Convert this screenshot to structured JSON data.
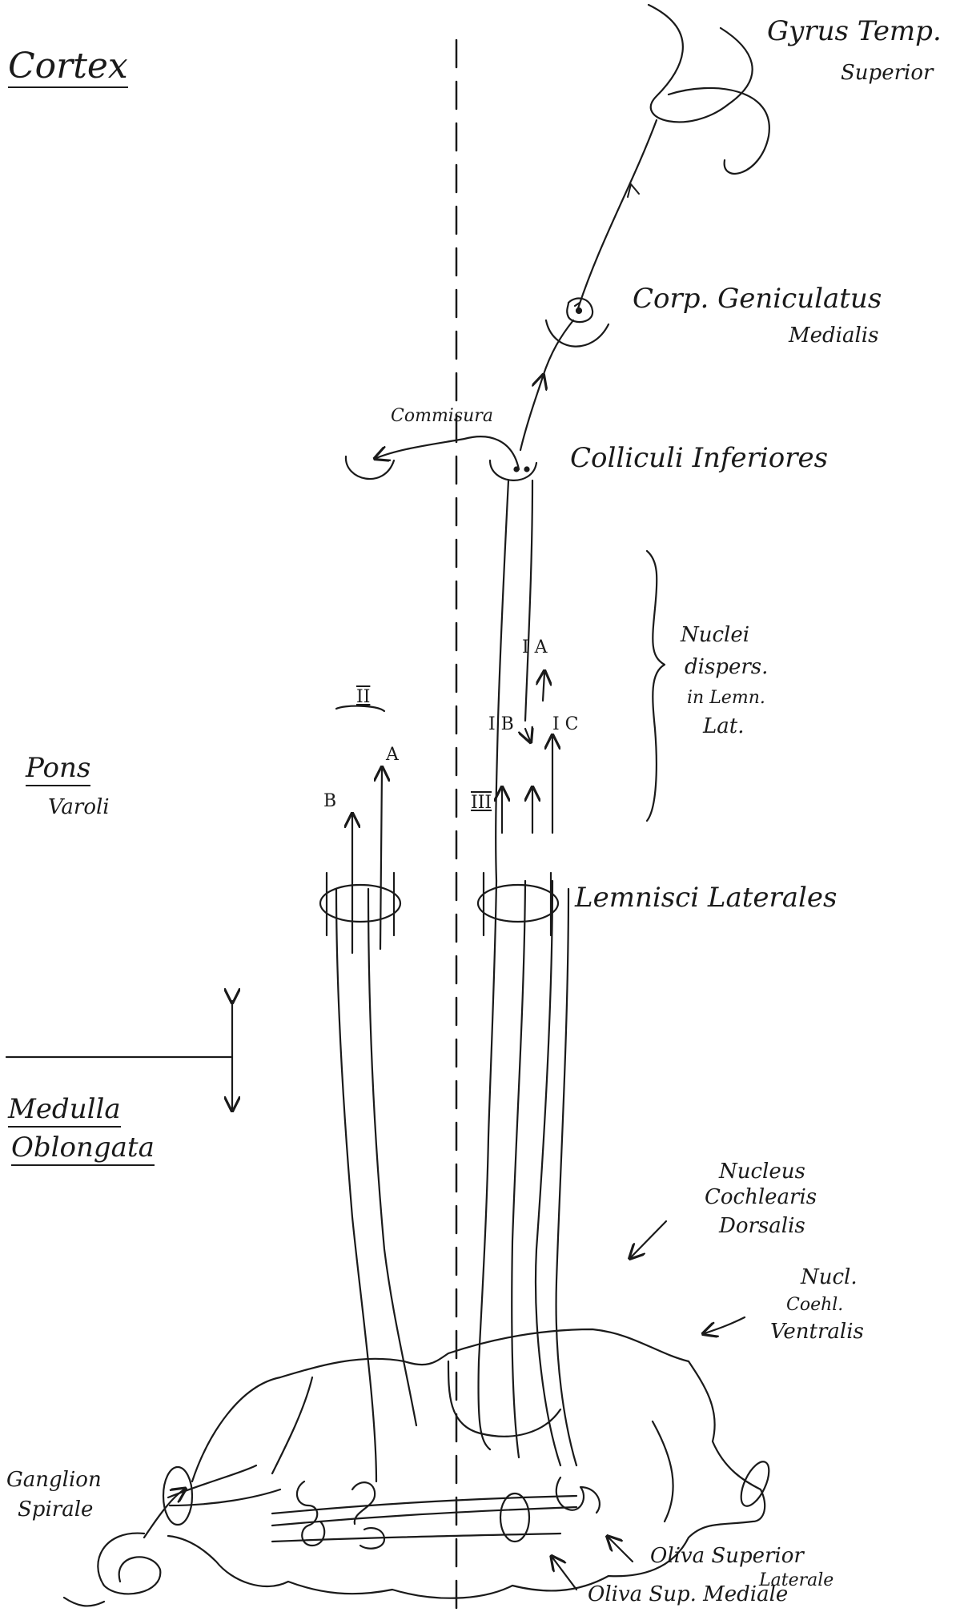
{
  "labels": {
    "cortex": "Cortex",
    "gyrus_line1": "Gyrus Temp.",
    "gyrus_line2": "Superior",
    "cgm_line1": "Corp. Geniculatus",
    "cgm_line2": "Medialis",
    "commisura": "Commisura",
    "colliculi": "Colliculi Inferiores",
    "nuclei_line1": "Nuclei",
    "nuclei_line2": "dispers.",
    "nuclei_line3": "in Lemn.",
    "nuclei_line4": "Lat.",
    "pons_line1": "Pons",
    "pons_line2": "Varoli",
    "lemnisci": "Lemnisci Laterales",
    "medulla_line1": "Medulla",
    "medulla_line2": "Oblongata",
    "ncd_line1": "Nucleus",
    "ncd_line2": "Cochlearis",
    "ncd_line3": "Dorsalis",
    "ncv_line1": "Nucl.",
    "ncv_line2": "Coehl.",
    "ncv_line3": "Ventralis",
    "ganglion_line1": "Ganglion",
    "ganglion_line2": "Spirale",
    "osl_line1": "Oliva Superior",
    "osl_line2": "Laterale",
    "osm": "Oliva Sup. Mediale"
  },
  "pathway_markers": {
    "ii": "II",
    "iia": "A",
    "iib": "B",
    "ia": "I A",
    "ib": "I B",
    "ic": "I C",
    "iii": "III"
  }
}
